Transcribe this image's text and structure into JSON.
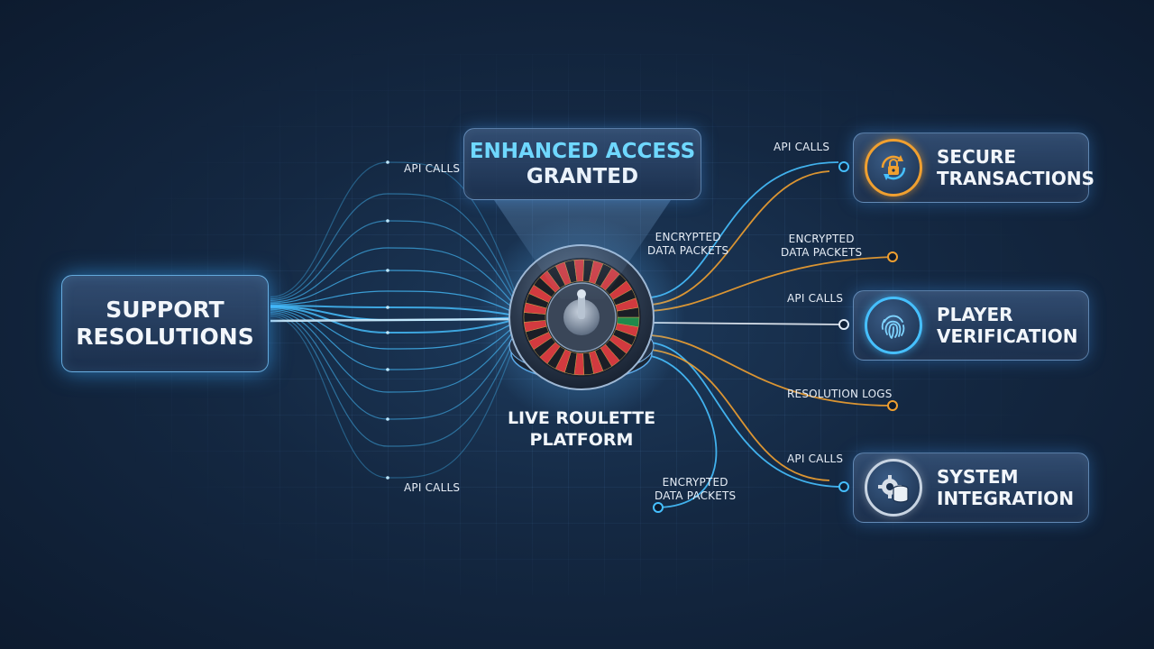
{
  "support": {
    "line1": "Support",
    "line2": "Resolutions"
  },
  "access": {
    "line1": "Enhanced Access",
    "line2": "Granted"
  },
  "platform": {
    "line1": "Live Roulette",
    "line2": "Platform"
  },
  "services": [
    {
      "line1": "Secure",
      "line2": "Transactions",
      "icon": "lock-rotate-icon"
    },
    {
      "line1": "Player",
      "line2": "Verification",
      "icon": "fingerprint-icon"
    },
    {
      "line1": "System",
      "line2": "Integration",
      "icon": "gear-database-icon"
    }
  ],
  "labels": {
    "api_calls_left_top": "API Calls",
    "api_calls_left_bottom": "API Calls",
    "encrypted_mid_line1": "Encrypted",
    "encrypted_mid_line2": "Data Packets",
    "api_calls_secure": "API Calls",
    "encrypted_right_line1": "Encrypted",
    "encrypted_right_line2": "Data Packets",
    "api_calls_player": "API Calls",
    "resolution_logs": "Resolution Logs",
    "api_calls_system": "API Calls",
    "encrypted_bottom_line1": "Encrypted",
    "encrypted_bottom_line2": "Data Packets"
  },
  "colors": {
    "cyan": "#46c0ff",
    "orange": "#f0a030",
    "white": "#e8eef6"
  }
}
